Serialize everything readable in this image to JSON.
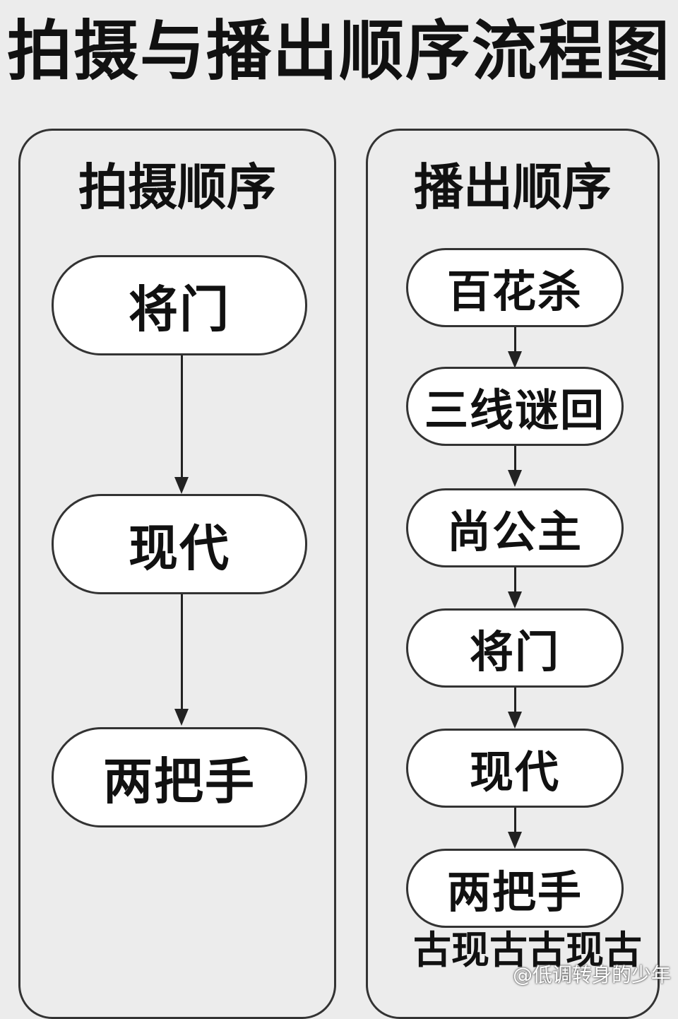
{
  "title": "拍摄与播出顺序流程图",
  "shooting": {
    "heading": "拍摄顺序",
    "steps": [
      "将门",
      "现代",
      "两把手"
    ]
  },
  "broadcast": {
    "heading": "播出顺序",
    "steps": [
      "百花杀",
      "三线谜回",
      "尚公主",
      "将门",
      "现代",
      "两把手"
    ],
    "footer": "古现古古现古"
  },
  "watermark": "@低调转身的少年"
}
